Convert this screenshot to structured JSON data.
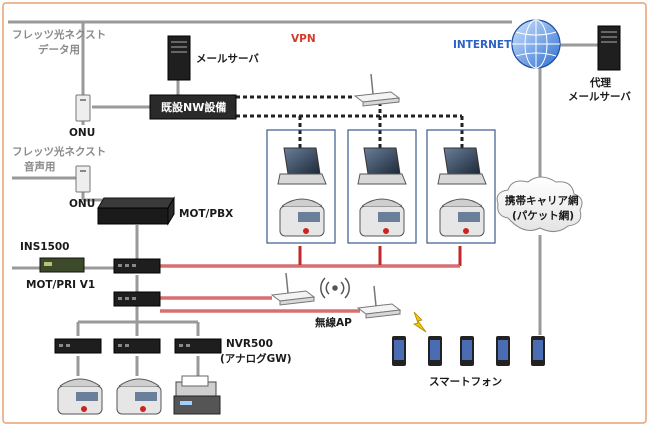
{
  "labels": {
    "flets_data_line1": "フレッツ光ネクスト",
    "flets_data_line2": "データ用",
    "flets_voice_line1": "フレッツ光ネクスト",
    "flets_voice_line2": "音声用",
    "onu_top": "ONU",
    "onu_bottom": "ONU",
    "mail_server": "メールサーバ",
    "existing_nw": "既設NW設備",
    "vpn": "VPN",
    "internet": "INTERNET",
    "proxy_line1": "代理",
    "proxy_line2": "メールサーバ",
    "mot_pbx": "MOT/PBX",
    "ins1500": "INS1500",
    "mot_pri": "MOT/PRI  V1",
    "carrier_line1": "携帯キャリア網",
    "carrier_line2": "(パケット網)",
    "wireless_ap": "無線AP",
    "nvr500_line1": "NVR500",
    "nvr500_line2": "(アナログGW)",
    "smartphone": "スマートフォン"
  },
  "colors": {
    "frame": "#e8a070",
    "line_gray": "#9a9a9a",
    "line_red": "#c0282a",
    "vpn": "#d23a2a",
    "internet": "#2a62c8",
    "box_border": "#3a5a8c"
  }
}
